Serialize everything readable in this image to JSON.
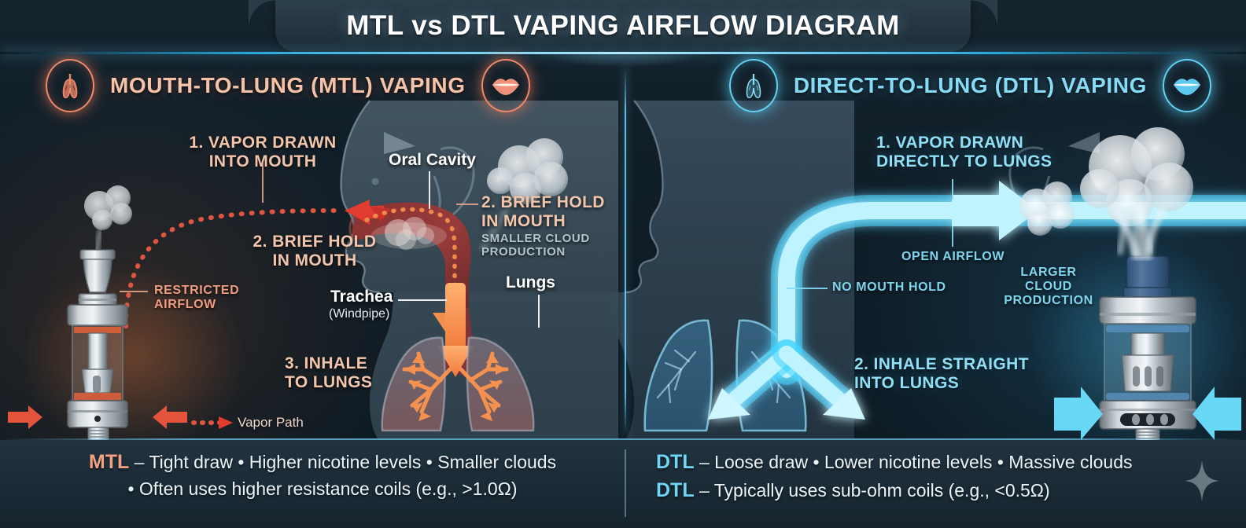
{
  "header": {
    "title": "MTL vs DTL VAPING AIRFLOW DIAGRAM"
  },
  "panels": {
    "left": {
      "heading": "MOUTH-TO-LUNG (MTL) VAPING",
      "accent_color": "#f3c6ab",
      "icon_left": "lungs-icon",
      "icon_right": "lips-icon",
      "labels": {
        "step1": "1. VAPOR DRAWN\nINTO MOUTH",
        "step2_outer": "2. BRIEF HOLD\nIN MOUTH",
        "step2_inner": "2. BRIEF HOLD\nIN MOUTH",
        "step2_sub": "SMALLER CLOUD\nPRODUCTION",
        "step3": "3. INHALE\nTO LUNGS",
        "restricted": "RESTRICTED\nAIRFLOW",
        "oral_cavity": "Oral Cavity",
        "trachea": "Trachea",
        "trachea_sub": "(Windpipe)",
        "lungs": "Lungs",
        "legend": "Vapor Path"
      }
    },
    "right": {
      "heading": "DIRECT-TO-LUNG (DTL) VAPING",
      "accent_color": "#87dcf5",
      "icon_left": "lungs-icon",
      "icon_right": "lips-icon",
      "labels": {
        "step1": "1. VAPOR DRAWN\nDIRECTLY TO LUNGS",
        "step2": "2. INHALE STRAIGHT\nINTO LUNGS",
        "open_airflow": "OPEN AIRFLOW",
        "no_mouth_hold": "NO MOUTH HOLD",
        "larger_cloud": "LARGER\nCLOUD\nPRODUCTION"
      }
    }
  },
  "footer": {
    "left": {
      "tag": "MTL",
      "line1": " – Tight draw  •  Higher nicotine levels  •  Smaller clouds",
      "line2": "•  Often uses higher resistance coils (e.g., >1.0Ω)"
    },
    "right": {
      "tag1": "DTL",
      "line1": " – Loose draw  •  Lower nicotine levels  •  Massive clouds",
      "tag2": "DTL",
      "line2": " – Typically uses sub-ohm coils (e.g., <0.5Ω)"
    },
    "sparkle": "sparkle-icon"
  }
}
